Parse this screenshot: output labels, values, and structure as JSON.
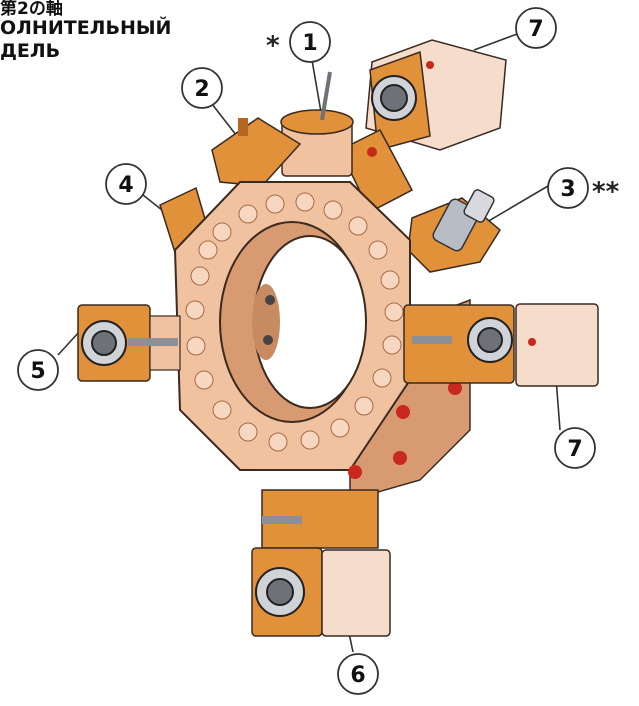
{
  "title": {
    "line1": "第2の軸",
    "line2": "ОЛНИТЕЛЬНЫЙ",
    "line3": "ДЕЛЬ"
  },
  "callouts": [
    {
      "id": "c1",
      "label": "1",
      "star": "*"
    },
    {
      "id": "c2",
      "label": "2",
      "star": ""
    },
    {
      "id": "c3",
      "label": "3",
      "star": "**"
    },
    {
      "id": "c4",
      "label": "4",
      "star": ""
    },
    {
      "id": "c5",
      "label": "5",
      "star": ""
    },
    {
      "id": "c6",
      "label": "6",
      "star": ""
    },
    {
      "id": "c7a",
      "label": "7",
      "star": ""
    },
    {
      "id": "c7b",
      "label": "7",
      "star": ""
    }
  ],
  "colors": {
    "body": "#f0c2a0",
    "body_dark": "#d89a70",
    "orange": "#e0913a",
    "orange_dark": "#b76820",
    "cream": "#f5dccb",
    "steel": "#b8bcc4",
    "red_plug": "#c8281e",
    "outline": "#3a2a20"
  }
}
